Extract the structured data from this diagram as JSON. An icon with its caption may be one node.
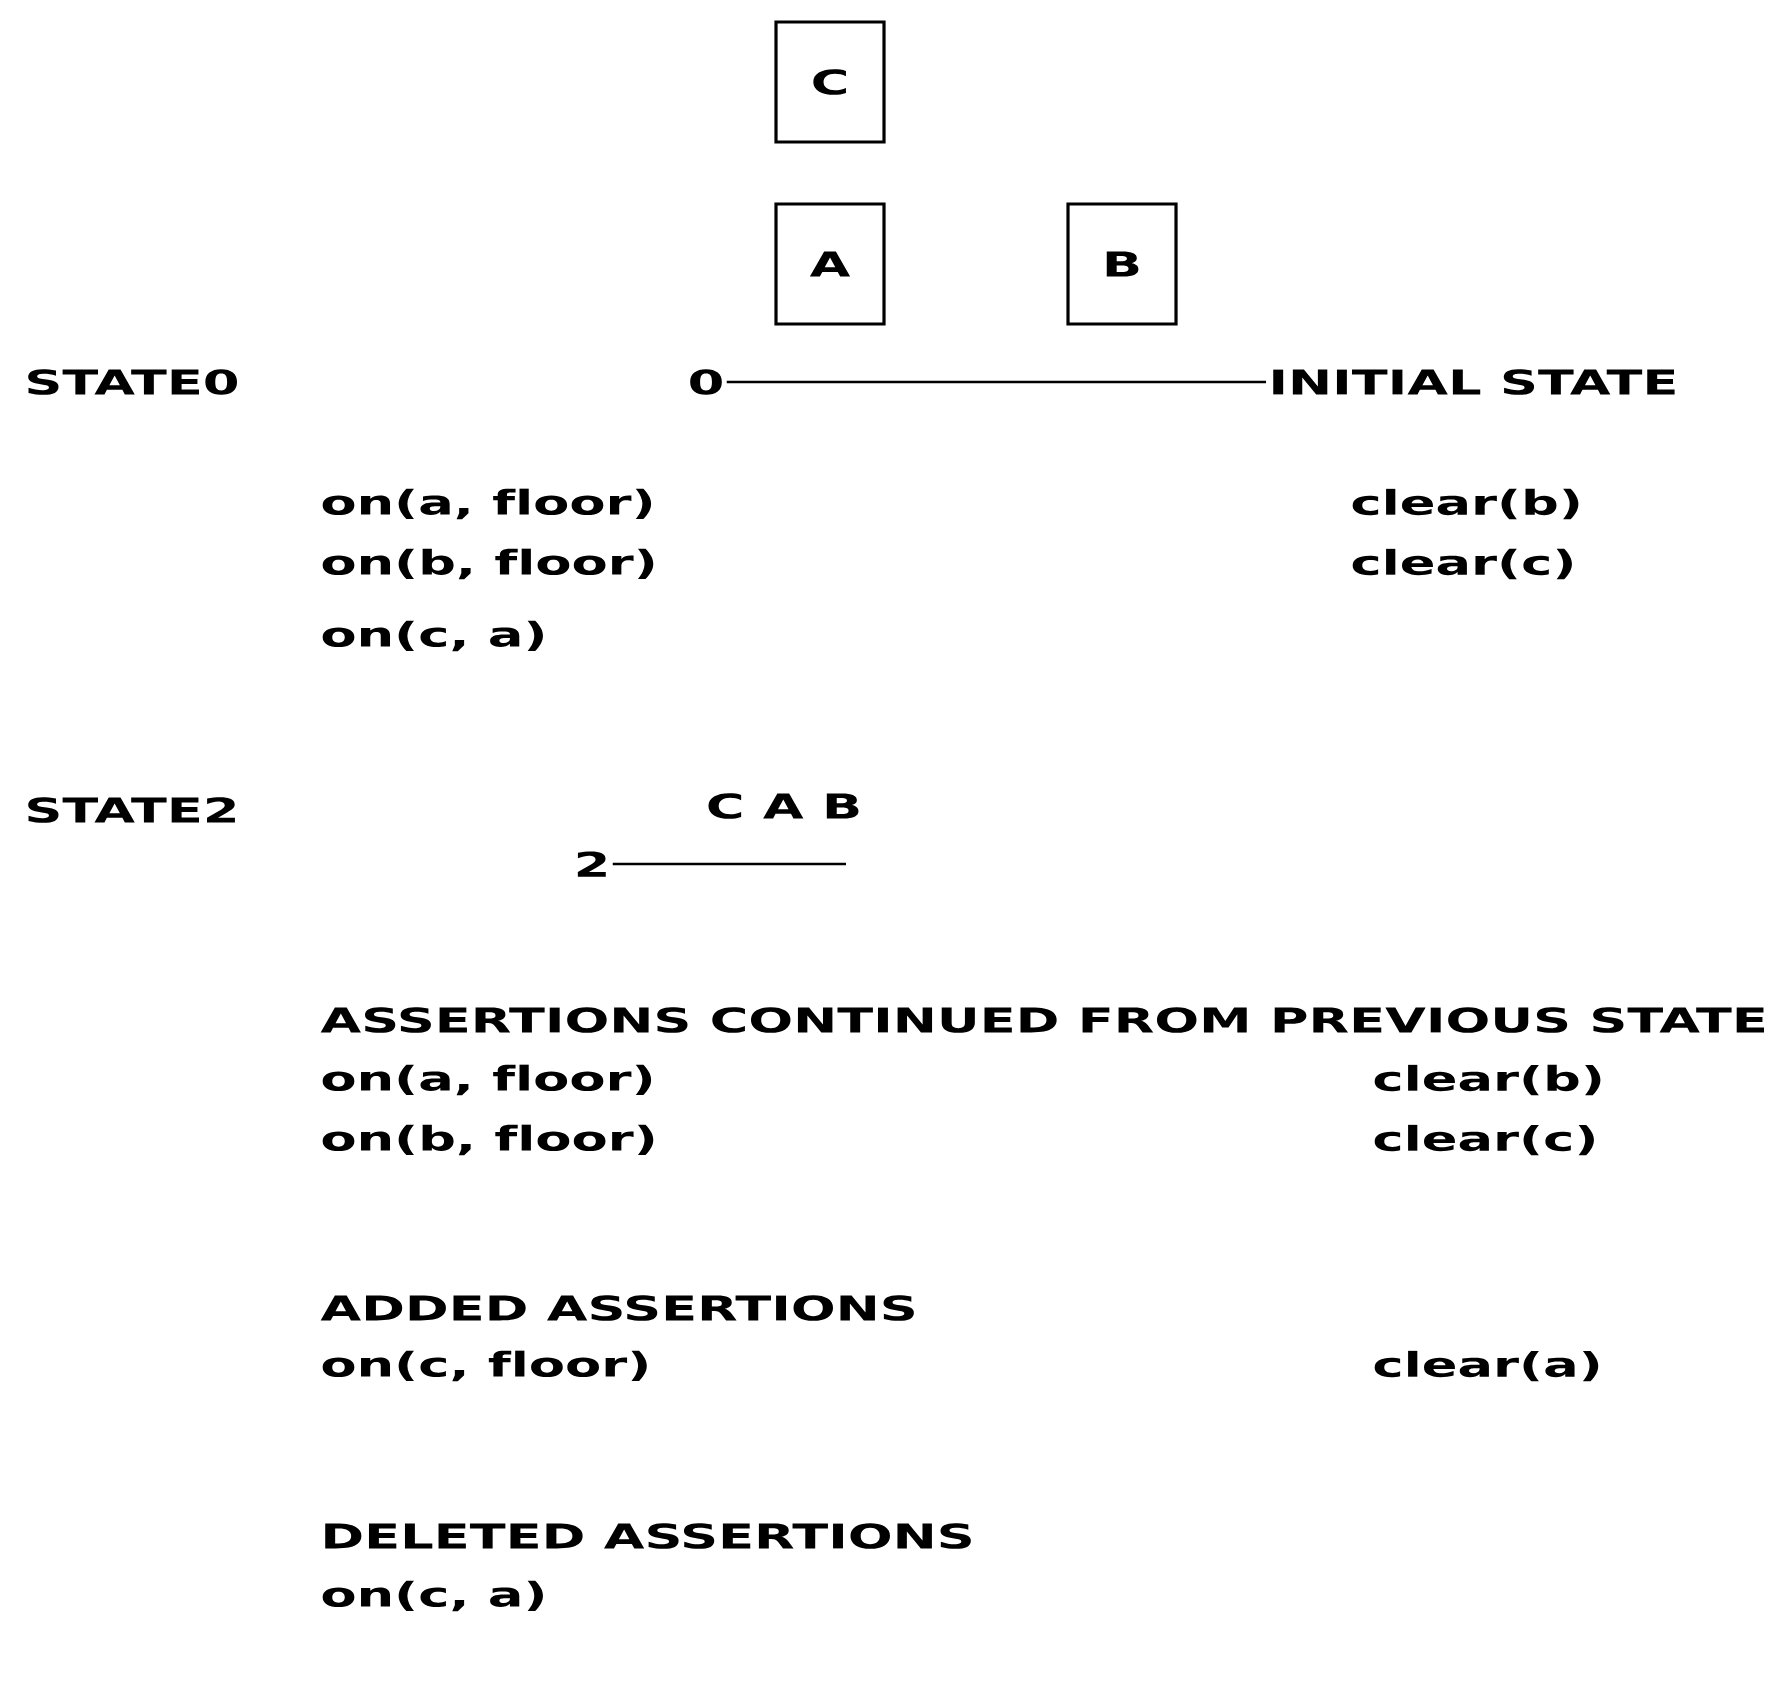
{
  "diagram": {
    "nodes": [
      {
        "text": [
          "C"
        ]
      },
      {
        "text": [
          "A"
        ]
      },
      {
        "text": [
          "B"
        ]
      },
      {
        "text": [
          "0"
        ]
      },
      {
        "text": [
          "INITIAL STATE"
        ]
      },
      {
        "text": [
          "2"
        ]
      }
    ],
    "edges": [
      {
        "from": 3,
        "to": 4,
        "arrow": "none"
      },
      {
        "from": 5,
        "to": null,
        "arrow": "none"
      }
    ],
    "labels": [
      "STATE0",
      "on(a, floor)",
      "clear(b)",
      "on(b, floor)",
      "clear(c)",
      "on(c, a)",
      "STATE2",
      "C A B",
      "ASSERTIONS CONTINUED FROM PREVIOUS STATE",
      "on(a, floor)",
      "clear(b)",
      "on(b, floor)",
      "clear(c)",
      "ADDED ASSERTIONS",
      "on(c, floor)",
      "clear(a)",
      "DELETED ASSERTIONS",
      "on(c, a)"
    ]
  }
}
